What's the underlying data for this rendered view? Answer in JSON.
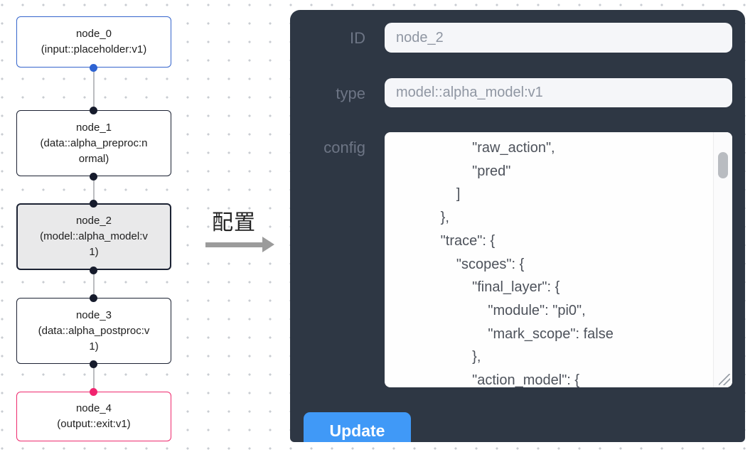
{
  "flow": {
    "nodes": [
      {
        "id": "node_0",
        "title": "node_0",
        "subtitle": "(input::placeholder:v1)",
        "variant": "input"
      },
      {
        "id": "node_1",
        "title": "node_1",
        "subtitle": "(data::alpha_preproc:normal)",
        "variant": "default"
      },
      {
        "id": "node_2",
        "title": "node_2",
        "subtitle": "(model::alpha_model:v1)",
        "variant": "selected"
      },
      {
        "id": "node_3",
        "title": "node_3",
        "subtitle": "(data::alpha_postproc:v1)",
        "variant": "default"
      },
      {
        "id": "node_4",
        "title": "node_4",
        "subtitle": "(output::exit:v1)",
        "variant": "output"
      }
    ]
  },
  "transition": {
    "label": "配置"
  },
  "panel": {
    "id_label": "ID",
    "id_value": "node_2",
    "type_label": "type",
    "type_value": "model::alpha_model:v1",
    "config_label": "config",
    "config_value": "                    \"raw_action\",\n                    \"pred\"\n                ]\n            },\n            \"trace\": {\n                \"scopes\": {\n                    \"final_layer\": {\n                        \"module\": \"pi0\",\n                        \"mark_scope\": false\n                    },\n                    \"action_model\": {",
    "update_label": "Update"
  },
  "colors": {
    "panel_bg": "#2e3744",
    "node_border": "#1c2233",
    "node_input_border": "#3565cc",
    "node_output_border": "#ee2a6e",
    "handle_dark": "#161b2c",
    "handle_blue": "#2e63d2",
    "handle_pink": "#f1246f",
    "update_blue": "#4099f7"
  }
}
